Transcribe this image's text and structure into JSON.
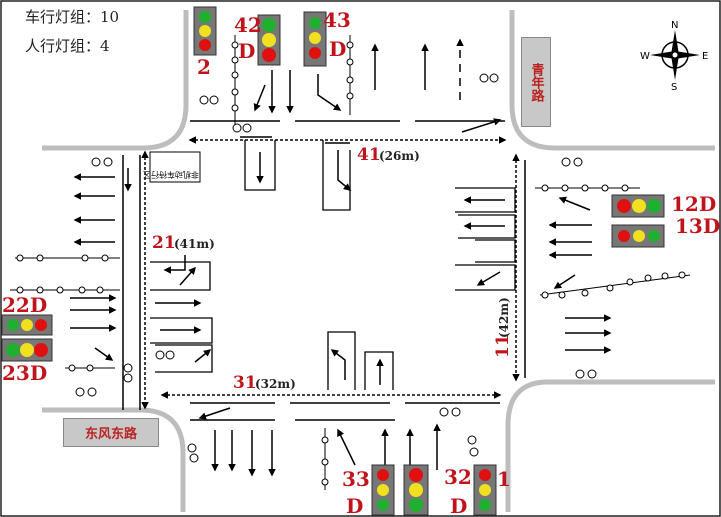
{
  "info": {
    "vehicle_groups": "车行灯组：10",
    "pedestrian_groups": "人行灯组：4"
  },
  "roads": {
    "east_road": "青年路",
    "south_road": "东风东路"
  },
  "compass": {
    "n": "N",
    "s": "S",
    "e": "E",
    "w": "W"
  },
  "crosswalks": {
    "north": {
      "id": "41",
      "length": "(26m)"
    },
    "south": {
      "id": "31",
      "length": "(32m)"
    },
    "west": {
      "id": "21",
      "length": "(41m)"
    },
    "east": {
      "id": "11",
      "length": "(42m)"
    }
  },
  "signal_labels": {
    "s42": "42",
    "s42d": "D",
    "s43": "43",
    "s43d": "D",
    "s2": "2",
    "s12d": "12D",
    "s13d": "13D",
    "s22d": "22D",
    "s23d": "23D",
    "s33": "33",
    "s33d": "D",
    "s32": "32",
    "s32d": "D",
    "s1": "1"
  },
  "nonmotor_text": "非机动车待行区",
  "colors": {
    "label_red": "#c0141c",
    "road_gray": "#c8c8c8",
    "lamp_red": "#e01010",
    "lamp_yellow": "#f0e020",
    "lamp_green": "#20b030"
  }
}
